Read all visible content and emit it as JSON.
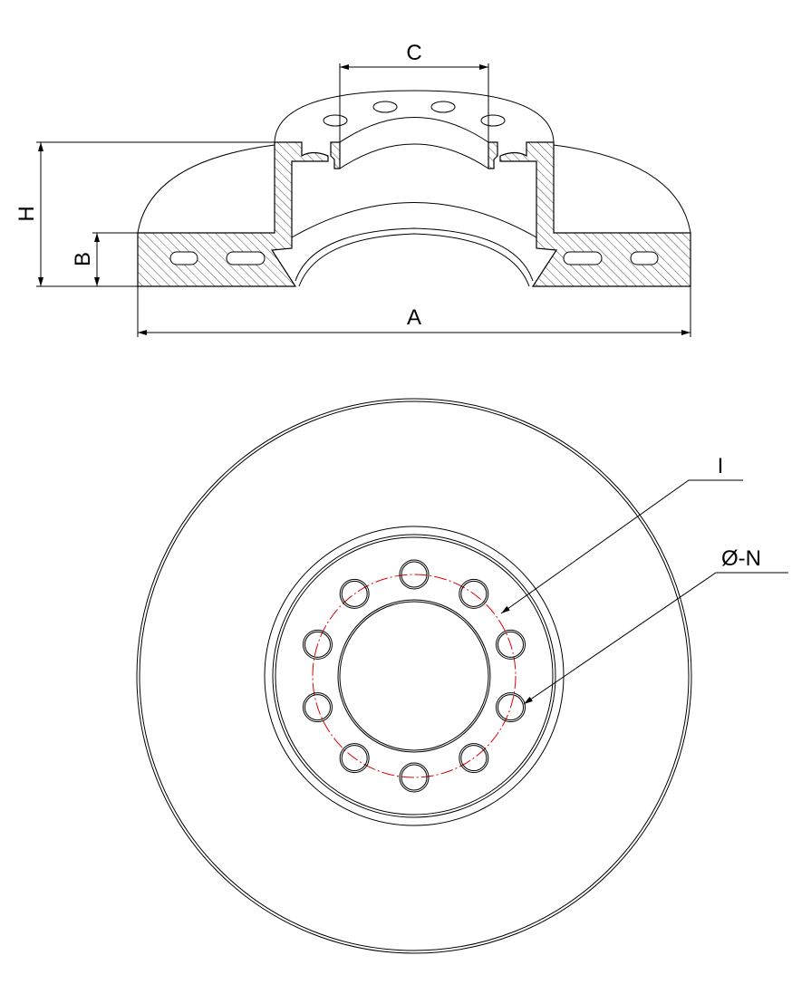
{
  "drawing": {
    "section_view": {
      "dimensions": {
        "outer_diameter": "A",
        "hub_height": "H",
        "disc_thickness": "B",
        "bore_diameter": "C"
      }
    },
    "front_view": {
      "bolt_hole_count": 10,
      "callouts": {
        "bolt_circle": "I",
        "bolt_hole": "Ø-N"
      }
    },
    "colors": {
      "line": "#000000",
      "center_line": "#e00000"
    }
  }
}
